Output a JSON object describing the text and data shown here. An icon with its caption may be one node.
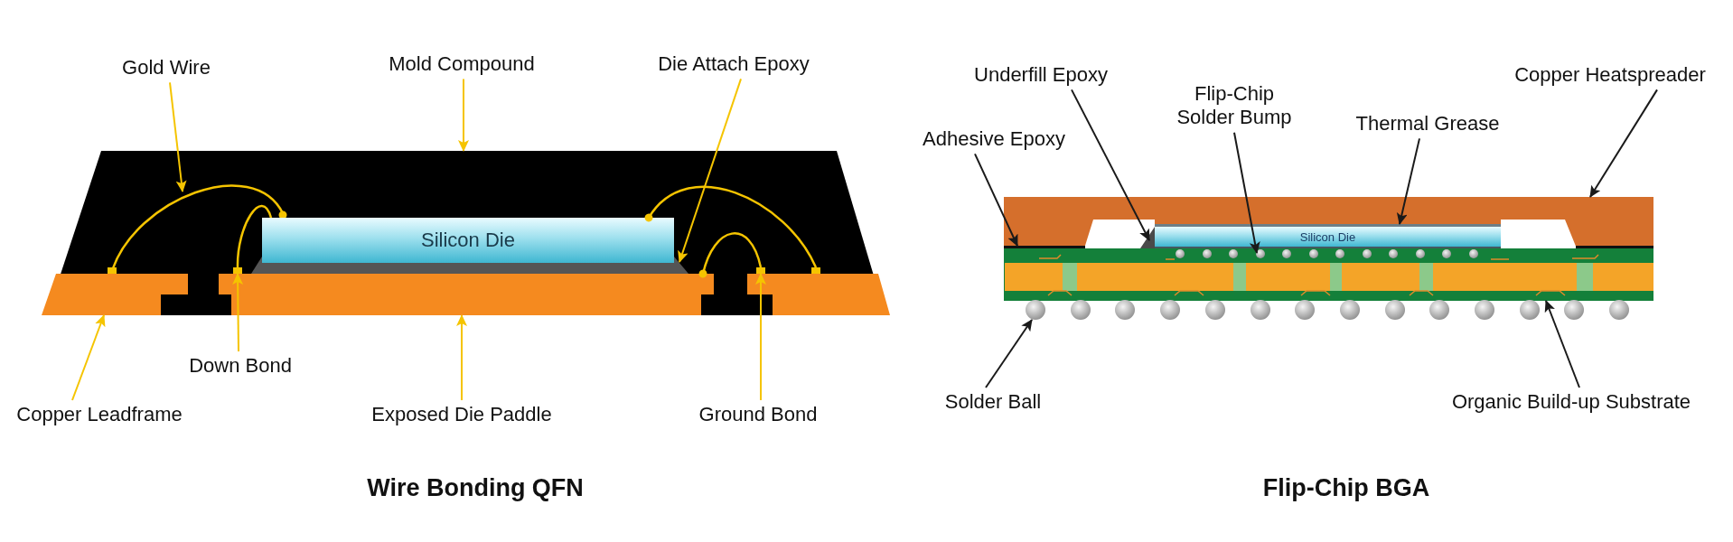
{
  "diagram": {
    "nodes": [
      {
        "text": [
          "Gold Wire"
        ]
      },
      {
        "text": [
          "Mold Compound"
        ]
      },
      {
        "text": [
          "Die Attach Epoxy"
        ]
      },
      {
        "text": [
          "Down Bond"
        ]
      },
      {
        "text": [
          "Copper Leadframe"
        ]
      },
      {
        "text": [
          "Exposed Die Paddle"
        ]
      },
      {
        "text": [
          "Ground Bond"
        ]
      },
      {
        "text": [
          "Underfill Epoxy"
        ]
      },
      {
        "text": [
          "Adhesive Epoxy"
        ]
      },
      {
        "text": [
          "Flip-Chip Solder Bump"
        ]
      },
      {
        "text": [
          "Thermal Grease"
        ]
      },
      {
        "text": [
          "Copper Heatspreader"
        ]
      },
      {
        "text": [
          "Solder Ball"
        ]
      },
      {
        "text": [
          "Organic Build-up Substrate"
        ]
      },
      {
        "text": [],
        "shape": "box"
      },
      {
        "text": [
          "Silicon Die"
        ],
        "in": 14
      },
      {
        "text": [],
        "shape": "wire",
        "in": 14
      },
      {
        "text": [],
        "shape": "bar",
        "in": 14
      },
      {
        "text": [],
        "shape": "box",
        "in": 14
      },
      {
        "text": [],
        "shape": "box",
        "in": 14
      },
      {
        "text": [],
        "shape": "box",
        "in": 14
      },
      {
        "text": [],
        "shape": "box",
        "in": 14
      },
      {
        "text": [],
        "shape": "bar",
        "in": 14
      },
      {
        "text": [],
        "shape": "bar",
        "in": 14
      },
      {
        "text": [],
        "shape": "bar",
        "in": 14
      },
      {
        "text": [],
        "shape": "box"
      },
      {
        "text": [
          "Silicon Die"
        ],
        "in": 25
      },
      {
        "text": [],
        "shape": "box",
        "in": 25
      },
      {
        "text": [],
        "shape": "bar",
        "in": 25
      },
      {
        "text": [],
        "shape": "bar",
        "in": 25
      },
      {
        "text": [],
        "shape": "box"
      },
      {
        "text": [],
        "shape": "circle",
        "in": 30
      },
      {
        "text": [],
        "shape": "circle",
        "in": 30
      },
      {
        "text": [],
        "shape": "circle",
        "in": 30
      },
      {
        "text": [],
        "shape": "circle",
        "in": 30
      },
      {
        "text": [],
        "shape": "circle",
        "in": 30
      },
      {
        "text": [],
        "shape": "circle",
        "in": 30
      },
      {
        "text": [],
        "shape": "circle",
        "in": 30
      },
      {
        "text": [],
        "shape": "circle",
        "in": 30
      },
      {
        "text": [],
        "shape": "circle",
        "in": 30
      },
      {
        "text": [],
        "shape": "circle",
        "in": 30
      },
      {
        "text": [],
        "shape": "circle",
        "in": 30
      },
      {
        "text": [],
        "shape": "circle",
        "in": 30
      },
      {
        "text": [],
        "shape": "circle"
      },
      {
        "text": [],
        "shape": "circle"
      },
      {
        "text": [],
        "shape": "circle"
      },
      {
        "text": [],
        "shape": "circle"
      },
      {
        "text": [],
        "shape": "circle"
      },
      {
        "text": [],
        "shape": "circle"
      },
      {
        "text": [],
        "shape": "circle"
      },
      {
        "text": [],
        "shape": "circle"
      },
      {
        "text": [],
        "shape": "circle"
      },
      {
        "text": [],
        "shape": "circle"
      },
      {
        "text": [],
        "shape": "circle"
      },
      {
        "text": [],
        "shape": "circle"
      },
      {
        "text": [],
        "shape": "circle"
      },
      {
        "text": [],
        "shape": "circle"
      }
    ],
    "edges": [
      {
        "from": 0,
        "to": 16,
        "arrow": "to",
        "color": "#f5c400"
      },
      {
        "from": 1,
        "to": 14,
        "arrow": "to",
        "color": "#f5c400"
      },
      {
        "from": 2,
        "to": 17,
        "arrow": "to",
        "color": "#f5c400"
      },
      {
        "from": 3,
        "to": 19,
        "arrow": "to",
        "color": "#f5c400"
      },
      {
        "from": 4,
        "to": 22,
        "arrow": "to",
        "color": "#f5c400"
      },
      {
        "from": 5,
        "to": 23,
        "arrow": "to",
        "color": "#f5c400"
      },
      {
        "from": 6,
        "to": 20,
        "arrow": "to",
        "color": "#f5c400"
      },
      {
        "from": 7,
        "to": 27,
        "arrow": "to",
        "color": "#1a1a1a"
      },
      {
        "from": 8,
        "to": 28,
        "arrow": "to",
        "color": "#1a1a1a"
      },
      {
        "from": 9,
        "to": 34,
        "arrow": "to",
        "color": "#1a1a1a"
      },
      {
        "from": 10,
        "to": 29,
        "arrow": "to",
        "color": "#1a1a1a"
      },
      {
        "from": 11,
        "to": 25,
        "arrow": "to",
        "color": "#1a1a1a"
      },
      {
        "from": 12,
        "to": 43,
        "arrow": "to",
        "color": "#1a1a1a"
      },
      {
        "from": 13,
        "to": 30,
        "arrow": "to",
        "color": "#1a1a1a"
      },
      {
        "from": 19,
        "to": 15,
        "arrow": "none",
        "color": "#f5c400"
      },
      {
        "from": 21,
        "to": 15,
        "arrow": "other",
        "color": "#f5c400"
      },
      {
        "from": 20,
        "to": 23,
        "arrow": "other",
        "color": "#f5c400"
      }
    ],
    "labels": [
      "Wire Bonding QFN",
      "Flip-Chip BGA"
    ]
  }
}
